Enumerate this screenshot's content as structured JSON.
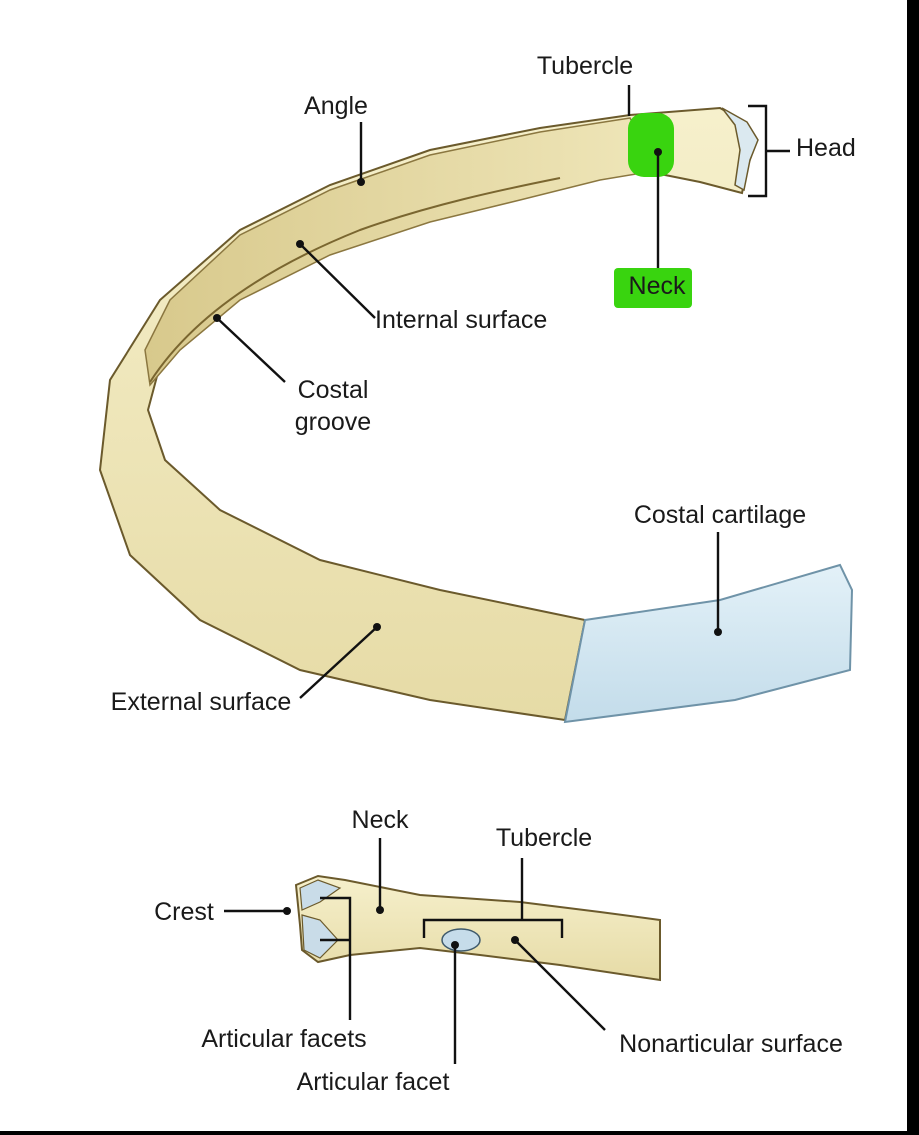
{
  "labels": {
    "tubercle_top": "Tubercle",
    "angle": "Angle",
    "head": "Head",
    "neck_top": "Neck",
    "internal_surface": "Internal surface",
    "costal_groove_1": "Costal",
    "costal_groove_2": "groove",
    "costal_cartilage": "Costal cartilage",
    "external_surface": "External surface",
    "neck_bottom": "Neck",
    "tubercle_bottom": "Tubercle",
    "crest": "Crest",
    "articular_facets": "Articular facets",
    "articular_facet": "Articular facet",
    "nonarticular_surface": "Nonarticular surface"
  },
  "colors": {
    "bone": "#f3ecc3",
    "bone_shadow": "#d9cc92",
    "outline": "#6b5a2c",
    "cartilage": "#d3e8f2",
    "cartilage_edge": "#8fb5c8",
    "highlight": "#39d40f"
  }
}
